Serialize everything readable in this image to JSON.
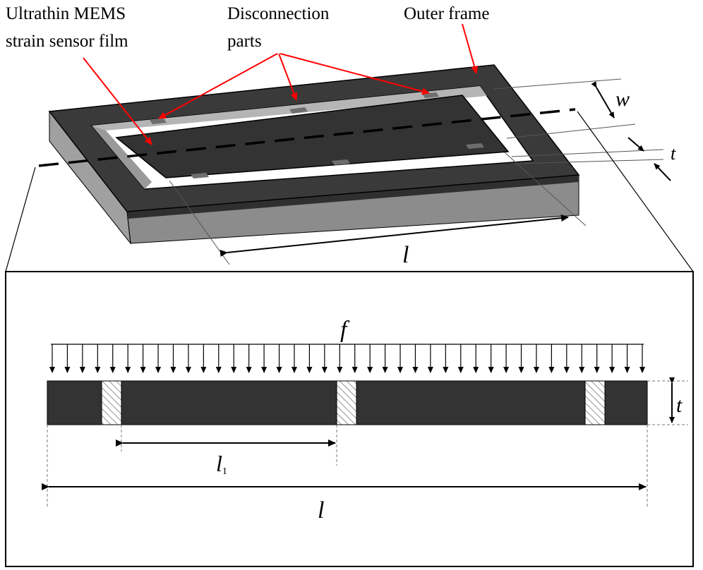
{
  "labels": {
    "sensor_film_line1": "Ultrathin  MEMS",
    "sensor_film_line2": "strain  sensor film",
    "disconnection_line1": "Disconnection",
    "disconnection_line2": "parts",
    "outer_frame": "Outer frame"
  },
  "variables": {
    "width": "w",
    "thickness_top": "t",
    "length_top": "l",
    "force": "f",
    "thickness_bottom": "t",
    "segment_length": "l",
    "segment_subscript": "1",
    "length_bottom": "l"
  },
  "colors": {
    "frame_top": "#3a3a3a",
    "frame_side": "#8c8c8c",
    "film": "#333333",
    "annotation_arrow": "#ff0000",
    "beam": "#333333"
  }
}
